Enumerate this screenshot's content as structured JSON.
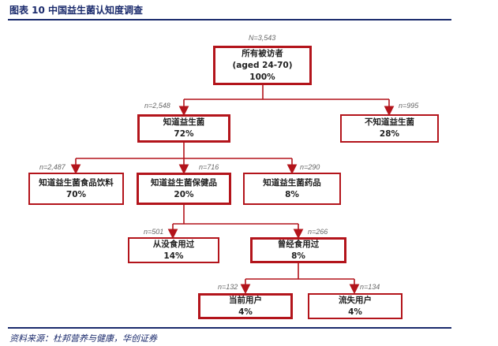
{
  "header": {
    "title": "图表 10   中国益生菌认知度调查"
  },
  "footer": {
    "source": "资料来源：杜邦营养与健康，华创证券"
  },
  "colors": {
    "accent": "#b3141b",
    "title": "#1a2a6c"
  },
  "nodes": {
    "root": {
      "n": "N=3,543",
      "line1": "所有被访者",
      "line2": "(aged 24-70)",
      "line3": "100%"
    },
    "aware": {
      "n": "n=2,548",
      "line1": "知道益生菌",
      "line2": "72%"
    },
    "unaware": {
      "n": "n=995",
      "line1": "不知道益生菌",
      "line2": "28%"
    },
    "food": {
      "n": "n=2,487",
      "line1": "知道益生菌食品饮料",
      "line2": "70%"
    },
    "supplement": {
      "n": "n=716",
      "line1": "知道益生菌保健品",
      "line2": "20%"
    },
    "drug": {
      "n": "n=290",
      "line1": "知道益生菌药品",
      "line2": "8%"
    },
    "never_used": {
      "n": "n=501",
      "line1": "从没食用过",
      "line2": "14%"
    },
    "ever_used": {
      "n": "n=266",
      "line1": "曾经食用过",
      "line2": "8%"
    },
    "current_user": {
      "n": "n=132",
      "line1": "当前用户",
      "line2": "4%"
    },
    "lost_user": {
      "n": "n=134",
      "line1": "流失用户",
      "line2": "4%"
    }
  }
}
